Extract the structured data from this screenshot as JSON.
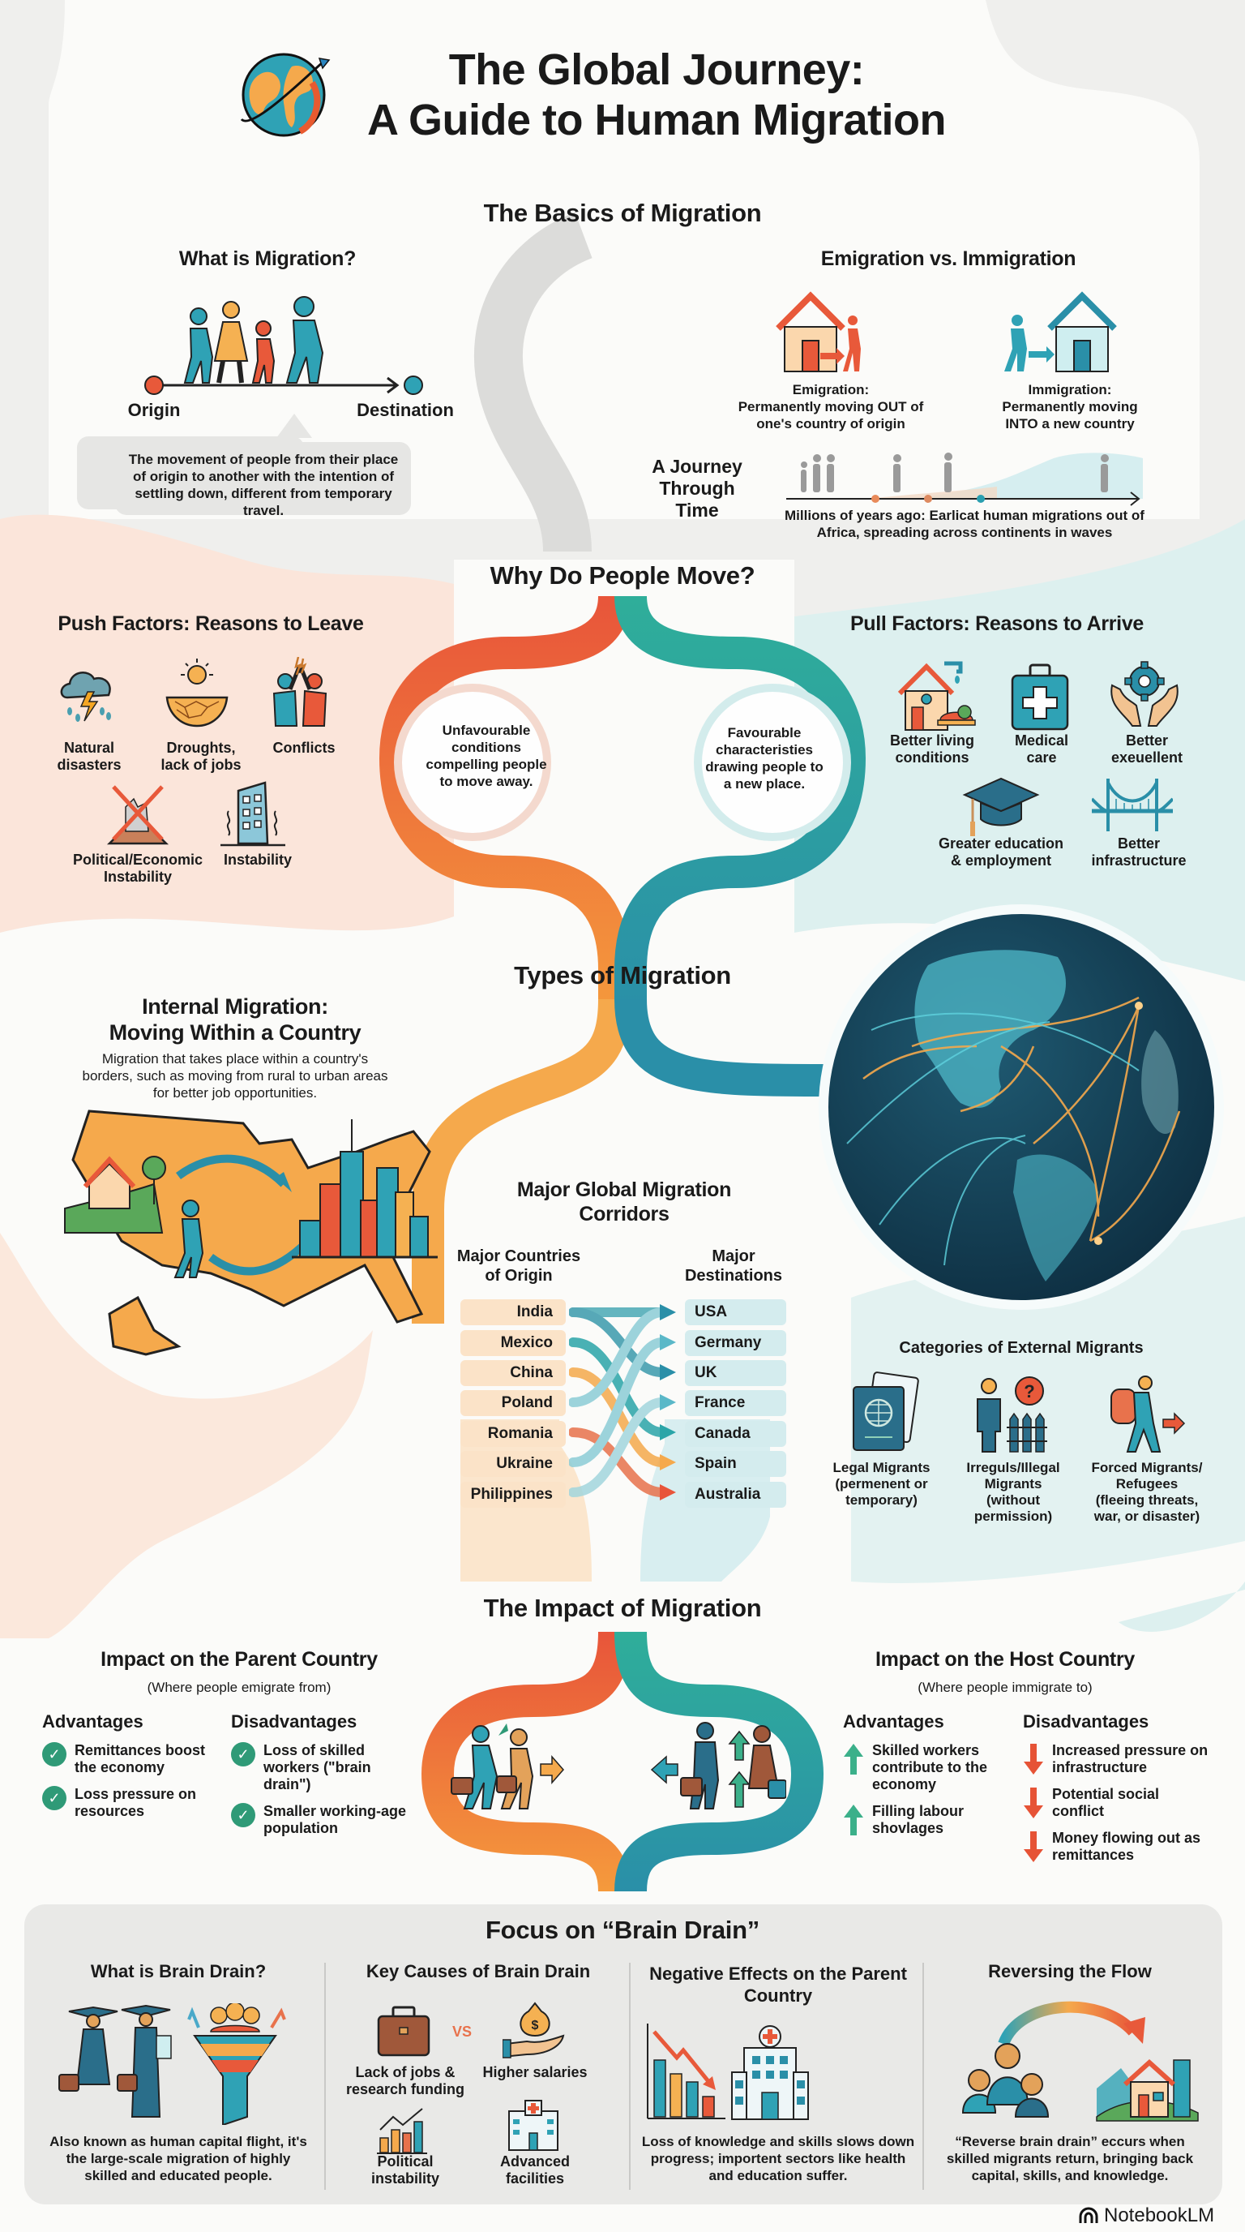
{
  "header": {
    "title_line1": "The Global Journey:",
    "title_line2": "A Guide to Human Migration",
    "logo_icon": "globe-with-orbit-icon"
  },
  "basics": {
    "title": "The Basics of Migration",
    "what_is": {
      "title": "What is Migration?",
      "origin_label": "Origin",
      "destination_label": "Destination",
      "definition": "The movement of people from their place of origin to another with the intention of settling down, different from temporary travel."
    },
    "emi_vs_immi": {
      "title": "Emigration vs. Immigration",
      "emigration_title": "Emigration:",
      "emigration_desc": "Permanently moving OUT of one's country of origin",
      "immigration_title": "Immigration:",
      "immigration_desc": "Permanently moving INTO a new country"
    },
    "timeline": {
      "title": "A Journey Through Time",
      "caption": "Millions of years ago: Earlicat human migrations out of Africa, spreading across continents in waves"
    }
  },
  "why_move": {
    "title": "Why Do People Move?",
    "push": {
      "title": "Push Factors: Reasons to Leave",
      "circle_text": "Unfavourable conditions compelling people to move away.",
      "items": [
        {
          "label": "Natural disasters",
          "icon": "storm-cloud-icon"
        },
        {
          "label": "Droughts, lack of jobs",
          "icon": "drought-sun-icon"
        },
        {
          "label": "Conflicts",
          "icon": "conflict-people-icon"
        },
        {
          "label": "Political/Economic Instability",
          "icon": "collapsed-building-icon"
        },
        {
          "label": "Instability",
          "icon": "shaking-building-icon"
        }
      ]
    },
    "pull": {
      "title": "Pull Factors: Reasons to Arrive",
      "circle_text": "Favourable characteristies drawing people to a new place.",
      "items": [
        {
          "label": "Better living conditions",
          "icon": "house-water-food-icon"
        },
        {
          "label": "Medical care",
          "icon": "medical-kit-icon"
        },
        {
          "label": "Better exeuellent",
          "icon": "hands-gear-icon"
        },
        {
          "label": "Greater education & employment",
          "icon": "graduation-cap-icon"
        },
        {
          "label": "Better infrastructure",
          "icon": "bridge-icon"
        }
      ]
    }
  },
  "types": {
    "title": "Types of Migration",
    "internal": {
      "title_line1": "Internal Migration:",
      "title_line2": "Moving Within a Country",
      "desc": "Migration that takes place within a country's borders, such as moving from rural to urban areas for better job opportunities."
    },
    "corridors": {
      "title": "Major Global Migration Corridors",
      "origin_header": "Major Countries of Origin",
      "dest_header": "Major Destinations",
      "origins": [
        "India",
        "Mexico",
        "China",
        "Poland",
        "Romania",
        "Ukraine",
        "Philippines"
      ],
      "destinations": [
        "USA",
        "Germany",
        "UK",
        "France",
        "Canada",
        "Spain",
        "Australia"
      ]
    },
    "external": {
      "title": "Categories of External Migrants",
      "items": [
        {
          "title": "Legal Migrants",
          "desc": "(permenent or temporary)",
          "icon": "passport-icon"
        },
        {
          "title": "Irreguls/Illegal Migrants",
          "desc": "(without permission)",
          "icon": "person-fence-question-icon"
        },
        {
          "title": "Forced Migrants/ Refugees",
          "desc": "(fleeing threats, war, or disaster)",
          "icon": "refugee-backpack-icon"
        }
      ]
    }
  },
  "impact": {
    "title": "The Impact of Migration",
    "parent": {
      "title": "Impact on the Parent Country",
      "subtitle": "(Where people emigrate from)",
      "adv_title": "Advantages",
      "dis_title": "Disadvantages",
      "advantages": [
        "Remittances boost the economy",
        "Loss pressure on resources"
      ],
      "disadvantages": [
        "Loss of skilled workers (\"brain drain\")",
        "Smaller working-age population"
      ]
    },
    "host": {
      "title": "Impact on the Host Country",
      "subtitle": "(Where people immigrate to)",
      "adv_title": "Advantages",
      "dis_title": "Disadvantages",
      "advantages": [
        "Skilled workers contribute to the economy",
        "Filling labour shovlages"
      ],
      "disadvantages": [
        "Increased pressure on infrastructure",
        "Potential social conflict",
        "Money flowing out as remittances"
      ]
    }
  },
  "brain_drain": {
    "title": "Focus on “Brain Drain”",
    "what": {
      "title": "What is Brain Drain?",
      "desc": "Also known as human capital flight, it's the large-scale migration of highly skilled and educated people."
    },
    "causes": {
      "title": "Key Causes of Brain Drain",
      "vs_label": "VS",
      "items": [
        "Lack of jobs & research funding",
        "Higher salaries",
        "Political instability",
        "Advanced facilities"
      ]
    },
    "negative": {
      "title": "Negative Effects on the Parent Country",
      "desc": "Loss of knowledge and skills slows down progress; importent sectors like health and education suffer."
    },
    "reversing": {
      "title": "Reversing the Flow",
      "desc": "“Reverse brain drain” eccurs when skilled migrants return, bringing back capital, skills, and knowledge."
    }
  },
  "footer": {
    "brand": "NotebookLM"
  },
  "colors": {
    "orange": "#e8593a",
    "orange_light": "#f59a3c",
    "teal": "#2fa79b",
    "teal_dark": "#2a8fa8",
    "peach_bg": "#fbe6db",
    "mint_bg": "#dcefef",
    "green_check": "#2f9a77",
    "red_arrow": "#e65336"
  }
}
